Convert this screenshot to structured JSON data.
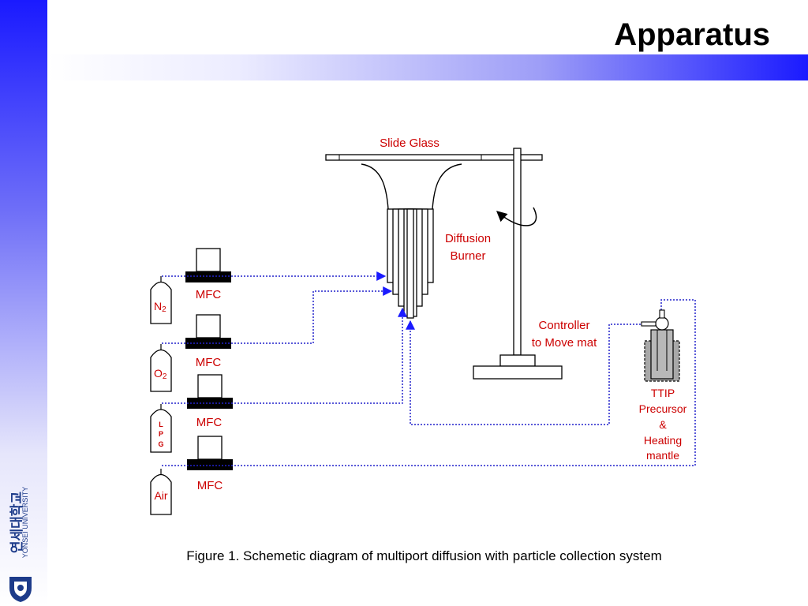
{
  "slide": {
    "title": "Apparatus"
  },
  "labels": {
    "slide_glass": "Slide Glass",
    "diffusion_burner_line1": "Diffusion",
    "diffusion_burner_line2": "Burner",
    "controller_line1": "Controller",
    "controller_line2": "to Move mat",
    "ttip_line1": "TTIP",
    "ttip_line2": "Precursor",
    "ttip_line3": "&",
    "ttip_line4": "Heating",
    "ttip_line5": "mantle",
    "mfc": "MFC",
    "n2_letter": "N",
    "n2_sub": "2",
    "o2_letter": "O",
    "o2_sub": "2",
    "lpg_l": "L",
    "lpg_p": "P",
    "lpg_g": "G",
    "air": "Air"
  },
  "caption": "Figure 1. Schemetic diagram of multiport diffusion with particle collection system",
  "logo": {
    "korean": "연세대학교",
    "english": "YONSEI UNIVERSITY"
  },
  "colors": {
    "accent": "#1a1aff",
    "label_red": "#cc0000",
    "pipe_blue": "#2222cc"
  }
}
